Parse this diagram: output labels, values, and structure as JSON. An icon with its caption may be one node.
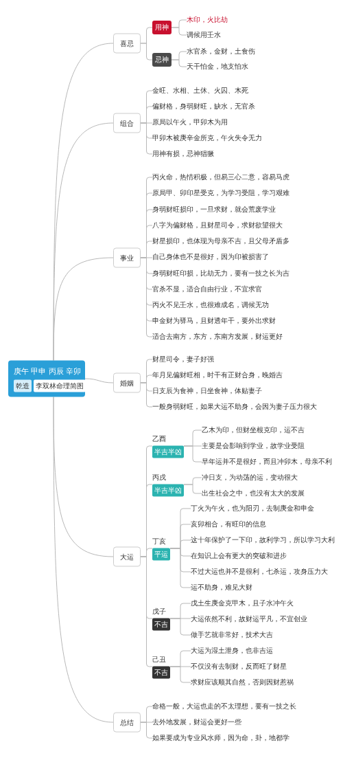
{
  "diagram": {
    "nodes": [
      {
        "text": [
          "庚午 甲申 丙辰 辛卯",
          "乾造",
          "李双林命理简图"
        ]
      },
      {
        "text": [
          "喜忌"
        ]
      },
      {
        "text": [
          "用神"
        ]
      },
      {
        "text": [
          "木印，火比劫"
        ]
      },
      {
        "text": [
          "调候用壬水"
        ]
      },
      {
        "text": [
          "忌神"
        ]
      },
      {
        "text": [
          "水官杀，金财，土食伤"
        ]
      },
      {
        "text": [
          "天干怕金，地支怕水"
        ]
      },
      {
        "text": [
          "组合"
        ]
      },
      {
        "text": [
          "金旺、水相、土休、火囚、木死"
        ]
      },
      {
        "text": [
          "偏财格，身弱财旺，缺水，无官杀"
        ]
      },
      {
        "text": [
          "原局以午火，甲卯木为用"
        ]
      },
      {
        "text": [
          "甲卯木被庚辛金所克，午火失令无力"
        ]
      },
      {
        "text": [
          "用神有损，忌神猖獗"
        ]
      },
      {
        "text": [
          "事业"
        ]
      },
      {
        "text": [
          "丙火命，热情积极，但易三心二意，容易马虎"
        ]
      },
      {
        "text": [
          "原局甲、卯印星受克，为学习受阻，学习艰难"
        ]
      },
      {
        "text": [
          "身弱财旺损印，一旦求财，就会荒废学业"
        ]
      },
      {
        "text": [
          "八字为偏财格，且财星司令，求财欲望很大"
        ]
      },
      {
        "text": [
          "财星损印，也体现为母亲不吉，且父母矛盾多"
        ]
      },
      {
        "text": [
          "自己身体也不是很好，因为印被损害了"
        ]
      },
      {
        "text": [
          "身弱财旺印损，比劫无力，要有一技之长为吉"
        ]
      },
      {
        "text": [
          "官杀不显，适合自由行业，不宜求官"
        ]
      },
      {
        "text": [
          "丙火不见壬水，也很难成名，调候无功"
        ]
      },
      {
        "text": [
          "申金财为驿马，且财透年干，要外出求财"
        ]
      },
      {
        "text": [
          "适合去南方，东方，东南方发展，财运更好"
        ]
      },
      {
        "text": [
          "婚姻"
        ]
      },
      {
        "text": [
          "财星司令，妻子好强"
        ]
      },
      {
        "text": [
          "年月见偏财旺相，时干有正财合身，晚婚吉"
        ]
      },
      {
        "text": [
          "日支辰为食神，日坐食神，体贴妻子"
        ]
      },
      {
        "text": [
          "一般身弱财旺，如果大运不助身，会因为妻子压力很大"
        ]
      },
      {
        "text": [
          "大运"
        ]
      },
      {
        "text": [
          "乙酉",
          "半吉半凶"
        ]
      },
      {
        "text": [
          "乙木为印，但财坐根克印，运不吉"
        ]
      },
      {
        "text": [
          "主要是会影响到学业，故学业受阻"
        ]
      },
      {
        "text": [
          "早年运并不是很好，而且冲卯木，母亲不利"
        ]
      },
      {
        "text": [
          "丙戌",
          "半吉半凶"
        ]
      },
      {
        "text": [
          "冲日支，为动荡的运，变动很大"
        ]
      },
      {
        "text": [
          "出生社会之中，也没有太大的发展"
        ]
      },
      {
        "text": [
          "丁亥",
          "平运"
        ]
      },
      {
        "text": [
          "丁火为午火，也为阳刃，去制庚金和申金"
        ]
      },
      {
        "text": [
          "亥卯相合，有旺印的信息"
        ]
      },
      {
        "text": [
          "这十年保护了一下印，故利学习，所以学习大利"
        ]
      },
      {
        "text": [
          "在知识上会有更大的突破和进步"
        ]
      },
      {
        "text": [
          "不过大运也并不是很利，七杀运，攻身压力大"
        ]
      },
      {
        "text": [
          "运不助身，难见大财"
        ]
      },
      {
        "text": [
          "戊子",
          "不吉"
        ]
      },
      {
        "text": [
          "戊土生庚金克甲木，且子水冲午火"
        ]
      },
      {
        "text": [
          "大运依然不利，故财运平凡，不宜创业"
        ]
      },
      {
        "text": [
          "做手艺就非常好，技术大吉"
        ]
      },
      {
        "text": [
          "己丑",
          "不吉"
        ]
      },
      {
        "text": [
          "大运为湿土泄身，也非吉运"
        ]
      },
      {
        "text": [
          "不仅没有去制财，反而旺了财星"
        ]
      },
      {
        "text": [
          "求财应该顺其自然，否则因财惹祸"
        ]
      },
      {
        "text": [
          "总结"
        ]
      },
      {
        "text": [
          "命格一般，大运也走的不太理想，要有一技之长"
        ]
      },
      {
        "text": [
          "去外地发展，财运会更好一些"
        ]
      },
      {
        "text": [
          "如果要成为专业风水师，因为命，卦，地都学"
        ]
      }
    ],
    "edges": [
      {
        "from": 0,
        "to": 1,
        "arrow": "none"
      },
      {
        "from": 0,
        "to": 8,
        "arrow": "none"
      },
      {
        "from": 0,
        "to": 14,
        "arrow": "none"
      },
      {
        "from": 0,
        "to": 26,
        "arrow": "none"
      },
      {
        "from": 0,
        "to": 31,
        "arrow": "none"
      },
      {
        "from": 0,
        "to": 54,
        "arrow": "none"
      },
      {
        "from": 1,
        "to": 2,
        "arrow": "none"
      },
      {
        "from": 1,
        "to": 5,
        "arrow": "none"
      },
      {
        "from": 2,
        "to": 3,
        "arrow": "none"
      },
      {
        "from": 2,
        "to": 4,
        "arrow": "none"
      },
      {
        "from": 5,
        "to": 6,
        "arrow": "none"
      },
      {
        "from": 5,
        "to": 7,
        "arrow": "none"
      },
      {
        "from": 8,
        "to": 9,
        "arrow": "none"
      },
      {
        "from": 8,
        "to": 10,
        "arrow": "none"
      },
      {
        "from": 8,
        "to": 11,
        "arrow": "none"
      },
      {
        "from": 8,
        "to": 12,
        "arrow": "none"
      },
      {
        "from": 8,
        "to": 13,
        "arrow": "none"
      },
      {
        "from": 14,
        "to": 15,
        "arrow": "none"
      },
      {
        "from": 14,
        "to": 16,
        "arrow": "none"
      },
      {
        "from": 14,
        "to": 17,
        "arrow": "none"
      },
      {
        "from": 14,
        "to": 18,
        "arrow": "none"
      },
      {
        "from": 14,
        "to": 19,
        "arrow": "none"
      },
      {
        "from": 14,
        "to": 20,
        "arrow": "none"
      },
      {
        "from": 14,
        "to": 21,
        "arrow": "none"
      },
      {
        "from": 14,
        "to": 22,
        "arrow": "none"
      },
      {
        "from": 14,
        "to": 23,
        "arrow": "none"
      },
      {
        "from": 14,
        "to": 24,
        "arrow": "none"
      },
      {
        "from": 14,
        "to": 25,
        "arrow": "none"
      },
      {
        "from": 26,
        "to": 27,
        "arrow": "none"
      },
      {
        "from": 26,
        "to": 28,
        "arrow": "none"
      },
      {
        "from": 26,
        "to": 29,
        "arrow": "none"
      },
      {
        "from": 26,
        "to": 30,
        "arrow": "none"
      },
      {
        "from": 31,
        "to": 32,
        "arrow": "none"
      },
      {
        "from": 31,
        "to": 36,
        "arrow": "none"
      },
      {
        "from": 31,
        "to": 39,
        "arrow": "none"
      },
      {
        "from": 31,
        "to": 46,
        "arrow": "none"
      },
      {
        "from": 31,
        "to": 50,
        "arrow": "none"
      },
      {
        "from": 32,
        "to": 33,
        "arrow": "none"
      },
      {
        "from": 32,
        "to": 34,
        "arrow": "none"
      },
      {
        "from": 32,
        "to": 35,
        "arrow": "none"
      },
      {
        "from": 36,
        "to": 37,
        "arrow": "none"
      },
      {
        "from": 36,
        "to": 38,
        "arrow": "none"
      },
      {
        "from": 39,
        "to": 40,
        "arrow": "none"
      },
      {
        "from": 39,
        "to": 41,
        "arrow": "none"
      },
      {
        "from": 39,
        "to": 42,
        "arrow": "none"
      },
      {
        "from": 39,
        "to": 43,
        "arrow": "none"
      },
      {
        "from": 39,
        "to": 44,
        "arrow": "none"
      },
      {
        "from": 39,
        "to": 45,
        "arrow": "none"
      },
      {
        "from": 46,
        "to": 47,
        "arrow": "none"
      },
      {
        "from": 46,
        "to": 48,
        "arrow": "none"
      },
      {
        "from": 46,
        "to": 49,
        "arrow": "none"
      },
      {
        "from": 50,
        "to": 51,
        "arrow": "none"
      },
      {
        "from": 50,
        "to": 52,
        "arrow": "none"
      },
      {
        "from": 50,
        "to": 53,
        "arrow": "none"
      },
      {
        "from": 54,
        "to": 55,
        "arrow": "none"
      },
      {
        "from": 54,
        "to": 56,
        "arrow": "none"
      },
      {
        "from": 54,
        "to": 57,
        "arrow": "none"
      }
    ]
  }
}
